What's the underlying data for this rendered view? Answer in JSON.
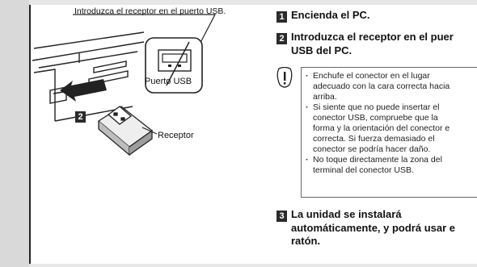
{
  "figure": {
    "callout": "Introduzca el receptor en el puerto USB.",
    "port_label": "Puerto USB",
    "receptor_label": "Receptor",
    "step_badge": "2"
  },
  "steps": [
    {
      "number": "1",
      "lines": [
        "Encienda el PC."
      ]
    },
    {
      "number": "2",
      "lines": [
        "Introduzca el receptor en el puer",
        "USB del PC."
      ]
    },
    {
      "number": "3",
      "lines": [
        "La unidad se instalará",
        "automáticamente, y podrá usar e",
        "ratón."
      ]
    }
  ],
  "caution": {
    "icon": "caution-icon",
    "items": [
      [
        "Enchufe el conector en el lugar",
        "adecuado con la cara correcta hacia",
        "arriba."
      ],
      [
        "Si siente que no puede insertar el",
        "conector USB, compruebe que la",
        "forma y la orientación del conector e",
        "correcta. Si fuerza demasiado el",
        "conector se podría hacer daño."
      ],
      [
        "No toque directamente la zona del",
        "terminal del conector USB."
      ]
    ]
  }
}
